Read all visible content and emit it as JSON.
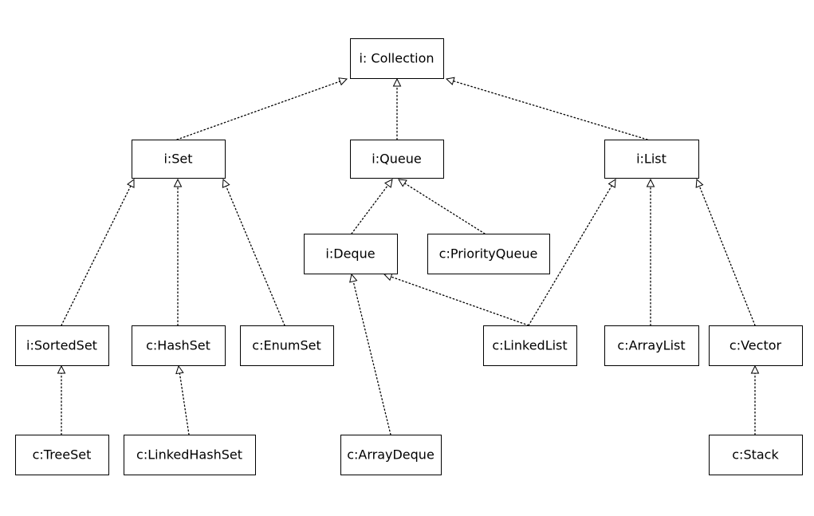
{
  "colors": {
    "line": "#000000",
    "background": "#ffffff",
    "arrowhead_fill": "#ffffff"
  },
  "nodes": [
    {
      "id": "collection",
      "label": "i: Collection"
    },
    {
      "id": "set",
      "label": "i:Set"
    },
    {
      "id": "queue",
      "label": "i:Queue"
    },
    {
      "id": "list",
      "label": "i:List"
    },
    {
      "id": "deque",
      "label": "i:Deque"
    },
    {
      "id": "priorityqueue",
      "label": "c:PriorityQueue"
    },
    {
      "id": "sortedset",
      "label": "i:SortedSet"
    },
    {
      "id": "hashset",
      "label": "c:HashSet"
    },
    {
      "id": "enumset",
      "label": "c:EnumSet"
    },
    {
      "id": "linkedlist",
      "label": "c:LinkedList"
    },
    {
      "id": "arraylist",
      "label": "c:ArrayList"
    },
    {
      "id": "vector",
      "label": "c:Vector"
    },
    {
      "id": "treeset",
      "label": "c:TreeSet"
    },
    {
      "id": "linkedhashset",
      "label": "c:LinkedHashSet"
    },
    {
      "id": "arraydeque",
      "label": "c:ArrayDeque"
    },
    {
      "id": "stack",
      "label": "c:Stack"
    }
  ],
  "edges": [
    {
      "from": "set",
      "to": "collection"
    },
    {
      "from": "queue",
      "to": "collection"
    },
    {
      "from": "list",
      "to": "collection"
    },
    {
      "from": "sortedset",
      "to": "set"
    },
    {
      "from": "hashset",
      "to": "set"
    },
    {
      "from": "enumset",
      "to": "set"
    },
    {
      "from": "deque",
      "to": "queue"
    },
    {
      "from": "priorityqueue",
      "to": "queue"
    },
    {
      "from": "linkedlist",
      "to": "list"
    },
    {
      "from": "arraylist",
      "to": "list"
    },
    {
      "from": "vector",
      "to": "list"
    },
    {
      "from": "linkedlist",
      "to": "deque"
    },
    {
      "from": "arraydeque",
      "to": "deque"
    },
    {
      "from": "treeset",
      "to": "sortedset"
    },
    {
      "from": "linkedhashset",
      "to": "hashset"
    },
    {
      "from": "stack",
      "to": "vector"
    }
  ]
}
